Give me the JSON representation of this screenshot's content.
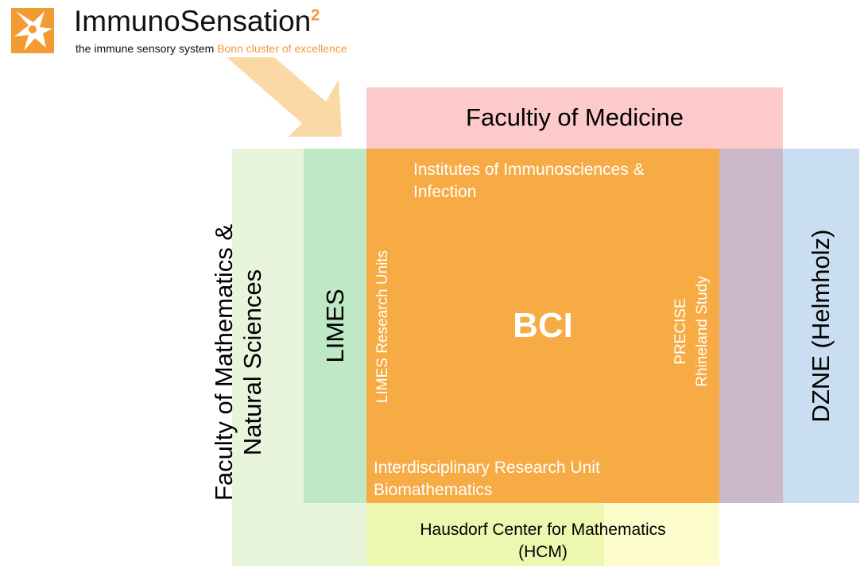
{
  "logo": {
    "title": "ImmunoSensation",
    "superscript": "2",
    "tagline": "the immune sensory system",
    "tagline_accent": "Bonn cluster of excellence"
  },
  "boxes": {
    "medicine": "Facultiy of Medicine",
    "math_faculty_line1": "Faculty of Mathematics &",
    "math_faculty_line2": "Natural Sciences",
    "limes": "LIMES",
    "limes_units": "LIMES Research Units",
    "institutes_line1": "Institutes of Immunosciences &",
    "institutes_line2": "Infection",
    "bci": "BCI",
    "precise_line1": "PRECISE",
    "precise_line2": "Rhineland Study",
    "biomath_line1": "Interdisciplinary Research Unit",
    "biomath_line2": "Biomathematics",
    "dzne": "DZNE (Helmholz)",
    "hcm_line1": "Hausdorf Center for Mathematics",
    "hcm_line2": "(HCM)"
  },
  "colors": {
    "orange": "#f7ab45",
    "pink": "#fccaca",
    "green_light": "#e8f4dc",
    "green": "#bfe8c4",
    "purple": "#cbb8c9",
    "blue": "#c9def0",
    "yellow": "#fcfccc"
  }
}
